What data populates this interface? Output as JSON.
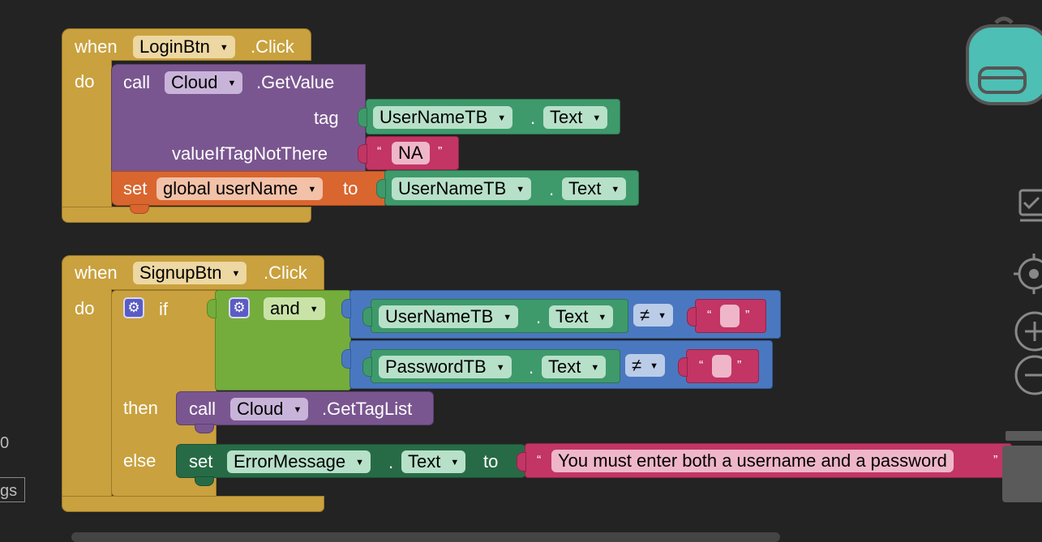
{
  "login_event": {
    "when": "when",
    "component": "LoginBtn",
    "event": ".Click",
    "do": "do",
    "call": "call",
    "cloud": "Cloud",
    "method": ".GetValue",
    "tag_label": "tag",
    "tb_component": "UserNameTB",
    "dot": ".",
    "tb_prop": "Text",
    "valueif_label": "valueIfTagNotThere",
    "open_q": "“",
    "string_na": "NA",
    "close_q": "”",
    "set": "set",
    "global_var": "global userName",
    "to": "to",
    "set_component": "UserNameTB",
    "set_prop": "Text"
  },
  "signup_event": {
    "when": "when",
    "component": "SignupBtn",
    "event": ".Click",
    "do": "do",
    "if": "if",
    "and_op": "and",
    "cond1_component": "UserNameTB",
    "cond1_prop": "Text",
    "cond1_op": "≠",
    "cond2_component": "PasswordTB",
    "cond2_prop": "Text",
    "cond2_op": "≠",
    "dot": ".",
    "open_q": "“",
    "close_q": "”",
    "then": "then",
    "call": "call",
    "cloud": "Cloud",
    "method": ".GetTagList",
    "else": "else",
    "set": "set",
    "err_component": "ErrorMessage",
    "err_prop": "Text",
    "to": "to",
    "err_string": "You must enter both a username and a password"
  },
  "left_edge": {
    "partial_number": "0",
    "partial_label": "gs"
  },
  "colors": {
    "event": "#C9A13E",
    "procedure": "#7A5690",
    "variable": "#D9662E",
    "component": "#3E9A6B",
    "text": "#C23565",
    "logic": "#74AD3C",
    "compare": "#4A78C0"
  },
  "icons": [
    "backpack-icon",
    "checklist-icon",
    "target-icon",
    "zoom-in-icon",
    "zoom-out-icon",
    "trash-icon",
    "gear-icon",
    "dropdown-arrow-icon"
  ]
}
